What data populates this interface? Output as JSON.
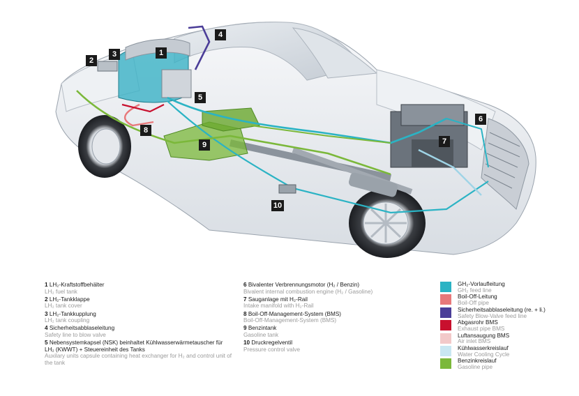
{
  "callouts": [
    "1",
    "2",
    "3",
    "4",
    "5",
    "6",
    "7",
    "8",
    "9",
    "10"
  ],
  "legend_left": [
    {
      "num": "1",
      "de": "LH₂-Kraftstoffbehälter",
      "en": "LH₂ fuel tank"
    },
    {
      "num": "2",
      "de": "LH₂-Tankklappe",
      "en": "LH₂ tank cover"
    },
    {
      "num": "3",
      "de": "LH₂-Tankkupplung",
      "en": "LH₂ tank coupling"
    },
    {
      "num": "4",
      "de": "Sicherheitsabblaseleitung",
      "en": "Safety line to blow valve"
    },
    {
      "num": "5",
      "de": "Nebensystemkapsel (NSK) beinhaltet Kühlwasserwärmetauscher für LH₂ (KWWT) + Steuereinheit des Tanks",
      "en": "Auxilary units capsule containing heat exchanger for H₂ and control unit of the tank"
    }
  ],
  "legend_mid": [
    {
      "num": "6",
      "de": "Bivalenter Verbrennungsmotor (H₂ / Benzin)",
      "en": "Bivalent internal combustion engine (H₂ / Gasoline)"
    },
    {
      "num": "7",
      "de": "Sauganlage mit H₂-Rail",
      "en": "Intake manifold with H₂-Rail"
    },
    {
      "num": "8",
      "de": "Boil-Off-Management-System (BMS)",
      "en": "Boil-Off-Management-System (BMS)"
    },
    {
      "num": "9",
      "de": "Benzintank",
      "en": "Gasoline tank"
    },
    {
      "num": "10",
      "de": "Druckregelventil",
      "en": "Pressure control valve"
    }
  ],
  "color_key": [
    {
      "color": "#2bb3c4",
      "de": "GH₂-Vorlaufleitung",
      "en": "GH₂ feed line"
    },
    {
      "color": "#e8787a",
      "de": "Boil-Off-Leitung",
      "en": "Boil-Off pipe"
    },
    {
      "color": "#4b3d98",
      "de": "Sicherheitsabblaseleitung (re. + li.)",
      "en": "Safety Blow-Valve feed line"
    },
    {
      "color": "#c8102e",
      "de": "Abgasrohr BMS",
      "en": "Exhaust pipe BMS"
    },
    {
      "color": "#f2c9c9",
      "de": "Luftansaugung BMS",
      "en": "Air inlet BMS"
    },
    {
      "color": "#c9e7f2",
      "de": "Kühlwasserkreislauf",
      "en": "Water Cooling Cycle"
    },
    {
      "color": "#7bb83a",
      "de": "Benzinkreislauf",
      "en": "Gasoline pipe"
    }
  ]
}
